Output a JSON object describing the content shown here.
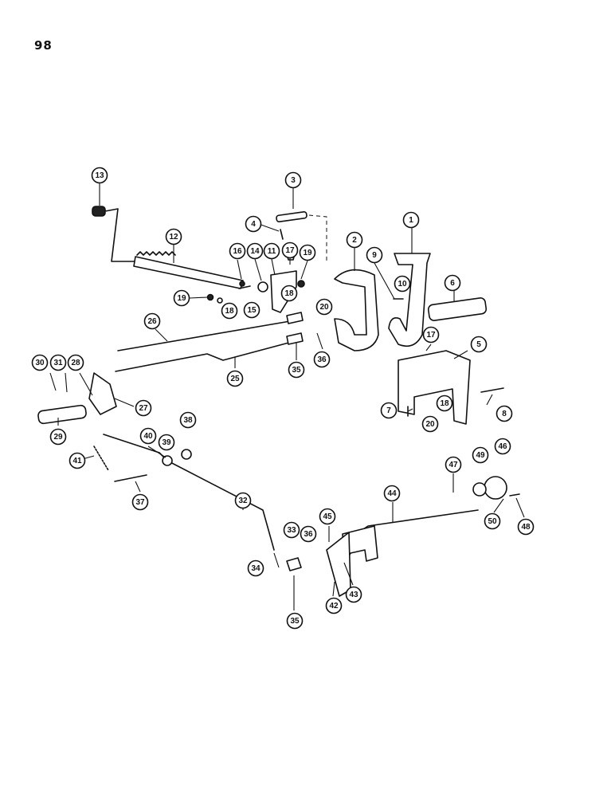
{
  "page": {
    "number": "98"
  },
  "callouts": [
    "1",
    "2",
    "3",
    "4",
    "5",
    "6",
    "7",
    "8",
    "9",
    "10",
    "11",
    "12",
    "13",
    "14",
    "15",
    "16",
    "17",
    "17",
    "18",
    "18",
    "18",
    "19",
    "19",
    "20",
    "20",
    "25",
    "26",
    "27",
    "28",
    "29",
    "30",
    "31",
    "32",
    "33",
    "34",
    "35",
    "35",
    "36",
    "36",
    "37",
    "38",
    "39",
    "40",
    "41",
    "42",
    "43",
    "44",
    "45",
    "46",
    "47",
    "48",
    "49",
    "50"
  ]
}
